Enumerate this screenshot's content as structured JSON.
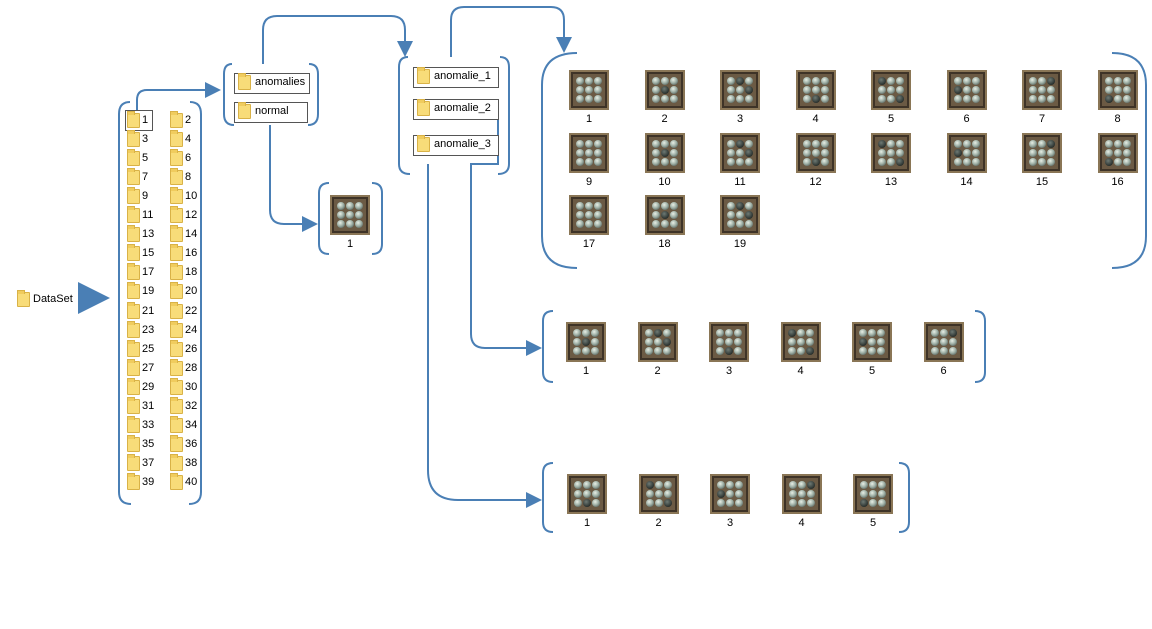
{
  "root": {
    "label": "DataSet"
  },
  "numbered_folders": [
    "1",
    "2",
    "3",
    "4",
    "5",
    "6",
    "7",
    "8",
    "9",
    "10",
    "11",
    "12",
    "13",
    "14",
    "15",
    "16",
    "17",
    "18",
    "19",
    "20",
    "21",
    "22",
    "23",
    "24",
    "25",
    "26",
    "27",
    "28",
    "29",
    "30",
    "31",
    "32",
    "33",
    "34",
    "35",
    "36",
    "37",
    "38",
    "39",
    "40"
  ],
  "class_folders": [
    "anomalies",
    "normal"
  ],
  "anomaly_folders": [
    "anomalie_1",
    "anomalie_2",
    "anomalie_3"
  ],
  "normal_images": [
    "1"
  ],
  "anomalie_1_images": [
    "1",
    "2",
    "3",
    "4",
    "5",
    "6",
    "7",
    "8",
    "9",
    "10",
    "11",
    "12",
    "13",
    "14",
    "15",
    "16",
    "17",
    "18",
    "19"
  ],
  "anomalie_2_images": [
    "1",
    "2",
    "3",
    "4",
    "5",
    "6"
  ],
  "anomalie_3_images": [
    "1",
    "2",
    "3",
    "4",
    "5"
  ],
  "colors": {
    "connector": "#4a7fb5",
    "folder": "#f8dc79",
    "folder_border": "#d9b247"
  }
}
